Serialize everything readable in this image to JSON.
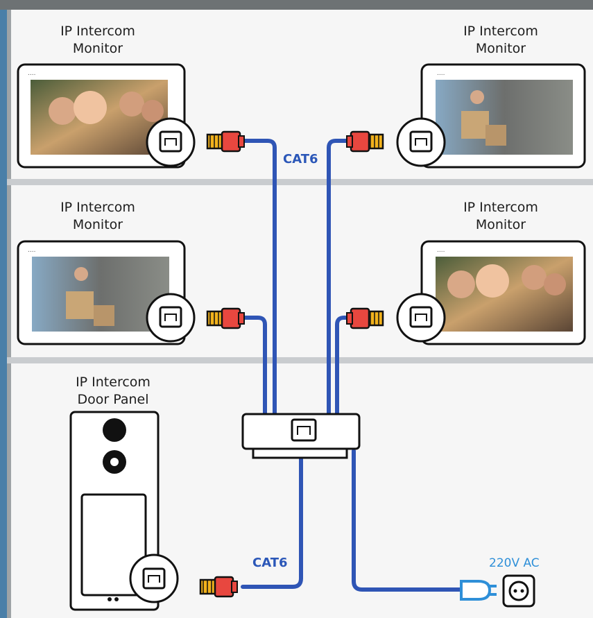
{
  "labels": {
    "monitor_top_left": [
      "IP Intercom",
      "Monitor"
    ],
    "monitor_top_right": [
      "IP Intercom",
      "Monitor"
    ],
    "monitor_mid_left": [
      "IP Intercom",
      "Monitor"
    ],
    "monitor_mid_right": [
      "IP Intercom",
      "Monitor"
    ],
    "door_panel": [
      "IP Intercom",
      "Door Panel"
    ]
  },
  "cable_labels": {
    "upper": "CAT6",
    "lower": "CAT6"
  },
  "power_label": "220V AC",
  "colors": {
    "cable": "#2f55b5",
    "connector": "#e8473f",
    "connector_pins": "#f2b21c",
    "power_plug": "#2e8fd8",
    "outline": "#111111",
    "wall": "#f6f6f6",
    "floor_divider": "#c9cccf"
  },
  "icons": {
    "port": "ethernet-port-icon",
    "plug": "rj45-plug-icon",
    "power": "power-plug-icon",
    "socket": "wall-socket-icon"
  }
}
